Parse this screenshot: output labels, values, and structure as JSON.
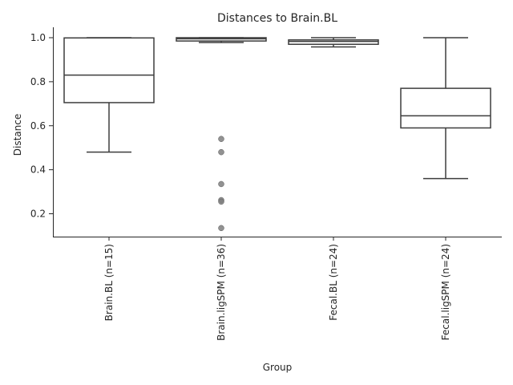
{
  "chart_data": {
    "type": "box",
    "title": "Distances to Brain.BL",
    "xlabel": "Group",
    "ylabel": "Distance",
    "ylim": [
      0.1,
      1.05
    ],
    "yticks": [
      "0.2",
      "0.4",
      "0.6",
      "0.8",
      "1.0"
    ],
    "ytick_values": [
      0.2,
      0.4,
      0.6,
      0.8,
      1.0
    ],
    "grid": false,
    "categories": [
      "Brain.BL (n=15)",
      "Brain.ligSPM (n=36)",
      "Fecal.BL (n=24)",
      "Fecal.ligSPM (n=24)"
    ],
    "boxes": [
      {
        "whisker_low": 0.48,
        "q1": 0.705,
        "median": 0.83,
        "q3": 0.999,
        "whisker_high": 1.0,
        "outliers": []
      },
      {
        "whisker_low": 0.978,
        "q1": 0.985,
        "median": 0.995,
        "q3": 1.0,
        "whisker_high": 1.0,
        "outliers": [
          0.54,
          0.48,
          0.335,
          0.262,
          0.255,
          0.135
        ]
      },
      {
        "whisker_low": 0.958,
        "q1": 0.97,
        "median": 0.983,
        "q3": 0.99,
        "whisker_high": 1.0,
        "outliers": []
      },
      {
        "whisker_low": 0.36,
        "q1": 0.59,
        "median": 0.645,
        "q3": 0.77,
        "whisker_high": 1.0,
        "outliers": []
      }
    ],
    "colors": {
      "line": "#3d3d3d",
      "outlier": "#7f7f7f",
      "box_fill": "#ffffff"
    }
  }
}
